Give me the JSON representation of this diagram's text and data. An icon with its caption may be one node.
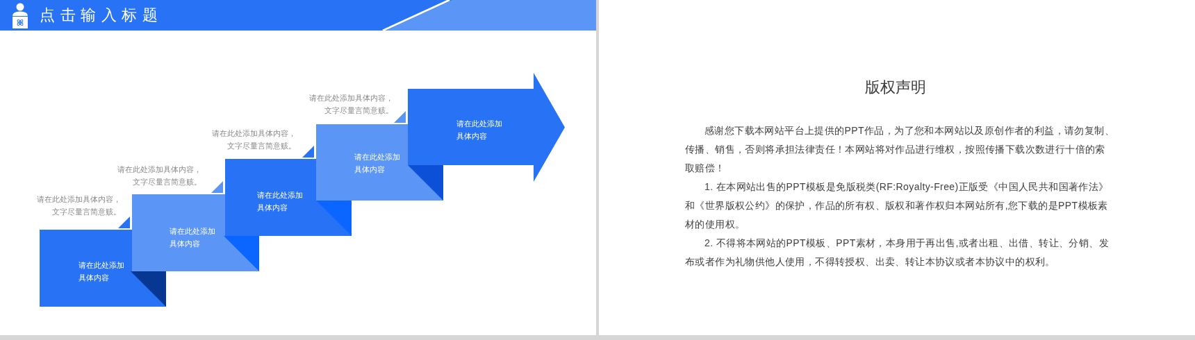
{
  "diagram": {
    "title": "点击输入标题",
    "nodes": [
      {
        "text": [
          "请在此处添加具体内容"
        ],
        "beside": [
          "请在此处添加具体内容，文字尽量言简意赅。"
        ]
      },
      {
        "text": [
          "请在此处添加具体内容"
        ],
        "beside": [
          "请在此处添加具体内容，文字尽量言简意赅。"
        ]
      },
      {
        "text": [
          "请在此处添加具体内容"
        ],
        "beside": [
          "请在此处添加具体内容，文字尽量言简意赅。"
        ]
      },
      {
        "text": [
          "请在此处添加具体内容"
        ],
        "beside": [
          "请在此处添加具体内容，文字尽量言简意赅。"
        ]
      },
      {
        "text": [
          "请在此处添加具体内容"
        ]
      }
    ],
    "edges": [
      {
        "from": 1,
        "to": 0,
        "arrow": "to"
      },
      {
        "from": 2,
        "to": 1,
        "arrow": "to"
      },
      {
        "from": 3,
        "to": 2,
        "arrow": "to"
      },
      {
        "from": 4,
        "to": 3,
        "arrow": "to"
      }
    ],
    "labels": [
      "版权声明",
      "感谢您下载本网站平台上提供的PPT作品，为了您和本网站以及原创作者的利益，请勿复制、传播、销售，否则将承担法律责任！本网站将对作品进行维权，按照传播下载次数进行十倍的索取赔偿！",
      "1. 在本网站出售的PPT模板是免版税类(RF:Royalty-Free)正版受《中国人民共和国著作法》和《世界版权公约》的保护，作品的所有权、版权和著作权归本网站所有,您下载的是PPT模板素材的使用权。",
      "2. 不得将本网站的PPT模板、PPT素材，本身用于再出售,或者出租、出借、转让、分销、发布或者作为礼物供他人使用，不得转授权、出卖、转让本协议或者本协议中的权利。"
    ]
  }
}
